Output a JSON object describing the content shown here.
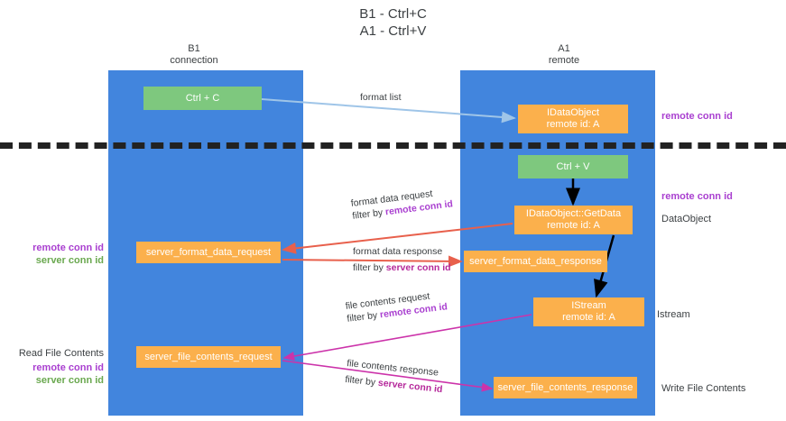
{
  "title": "B1 - Ctrl+C\nA1 - Ctrl+V",
  "title_line1": "B1 - Ctrl+C",
  "title_line2": "A1 - Ctrl+V",
  "lanes": [
    {
      "name": "B1",
      "subtitle": "connection",
      "color": "#4285dd"
    },
    {
      "name": "A1",
      "subtitle": "remote",
      "color": "#4285dd"
    }
  ],
  "colors": {
    "lane": "#4285dd",
    "green_node": "#7ec87e",
    "orange_node": "#fbb04c",
    "divider": "#222222",
    "purple": "#a93fd0",
    "green_text": "#6aa84f",
    "magenta": "#b5299b",
    "arrow_blue": "#9fc5e8",
    "arrow_red": "#e8604c",
    "arrow_black": "#000000",
    "arrow_magenta": "#cc33aa"
  },
  "nodes": {
    "ctrl_c": {
      "label": "Ctrl + C",
      "style": "green"
    },
    "idataobject": {
      "line1": "IDataObject",
      "line2": "remote id: A",
      "style": "orange"
    },
    "ctrl_v": {
      "label": "Ctrl + V",
      "style": "green"
    },
    "getdata": {
      "line1": "IDataObject::GetData",
      "line2": "remote id: A",
      "style": "orange"
    },
    "istream": {
      "line1": "IStream",
      "line2": "remote id: A",
      "style": "orange"
    },
    "server_format_data_request": {
      "label": "server_format_data_request",
      "style": "orange"
    },
    "server_format_data_response": {
      "label": "server_format_data_response",
      "style": "orange"
    },
    "server_file_contents_request": {
      "label": "server_file_contents_request",
      "style": "orange"
    },
    "server_file_contents_response": {
      "label": "server_file_contents_response",
      "style": "orange"
    }
  },
  "annotations": {
    "remote_conn_id_top": "remote conn id",
    "remote_conn_id_mid": "remote conn id",
    "dataobject": "DataObject",
    "istream": "Istream",
    "write_file_contents": "Write File Contents",
    "read_file_contents": "Read File Contents",
    "remote_conn_id": "remote conn id",
    "server_conn_id": "server conn id"
  },
  "flows": {
    "format_list": "format list",
    "format_data_request": "format data request",
    "format_data_request_filter_prefix": "filter by ",
    "format_data_request_filter_key": "remote conn id",
    "format_data_response": "format data response",
    "format_data_response_filter_prefix": "filter by ",
    "format_data_response_filter_key": "server conn id",
    "file_contents_request": "file contents request",
    "file_contents_request_filter_prefix": "filter by ",
    "file_contents_request_filter_key": "remote conn id",
    "file_contents_response": "file contents response",
    "file_contents_response_filter_prefix": "filter by ",
    "file_contents_response_filter_key": "server conn id"
  }
}
